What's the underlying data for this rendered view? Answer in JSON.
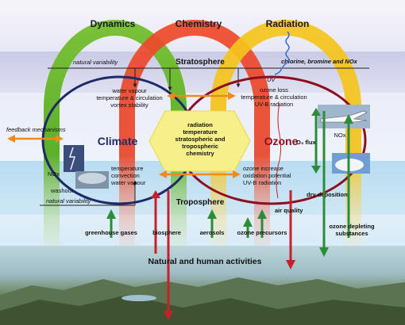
{
  "arcs": {
    "dynamics": "Dynamics",
    "chemistry": "Chemistry",
    "radiation": "Radiation"
  },
  "layers": {
    "stratosphere": "Stratosphere",
    "troposphere": "Troposphere"
  },
  "nodes": {
    "climate": "Climate",
    "ozone": "Ozone"
  },
  "labels": {
    "natural_variability_top": "natural variability",
    "natural_variability_bottom": "natural variability",
    "chlorine": "chlorine, bromine and NOx",
    "uv": "UV",
    "strat_climate": [
      "water vapour",
      "temperature & circulation",
      "vortex stability"
    ],
    "strat_ozone": [
      "ozone loss",
      "temperature & circulation",
      "UV-B radiation"
    ],
    "center": [
      "radiation",
      "temperature",
      "stratospheric and",
      "tropospheric",
      "chemistry"
    ],
    "feedback": "feedback mechanisms",
    "nox_left": "NOx",
    "washout": "washout",
    "nox_right": "NOx",
    "o3_flux": "O₃ flux",
    "tropo_climate": [
      "temperature",
      "convection",
      "water vapour"
    ],
    "tropo_ozone": [
      "ozone increase",
      "oxidation potential",
      "UV-B radiation"
    ],
    "dry_deposition": "dry deposition",
    "air_quality": "air quality",
    "greenhouse_gases": "greenhouse gases",
    "biosphere": "biosphere",
    "aerosols": "aerosols",
    "ozone_precursors": "ozone precursors",
    "ozone_depleting": [
      "ozone depleting",
      "substances"
    ],
    "natural_human": "Natural and human activities"
  },
  "colors": {
    "dynamics_arc": "#5cb02a",
    "chemistry_arc": "#e8452a",
    "radiation_arc": "#f2c21a",
    "climate_ring": "#1f2a66",
    "ozone_ring": "#8e1020",
    "up_arrow": "#2e8b3a",
    "down_arrow": "#c8202a",
    "exchange_arrow": "#f08a1c"
  }
}
